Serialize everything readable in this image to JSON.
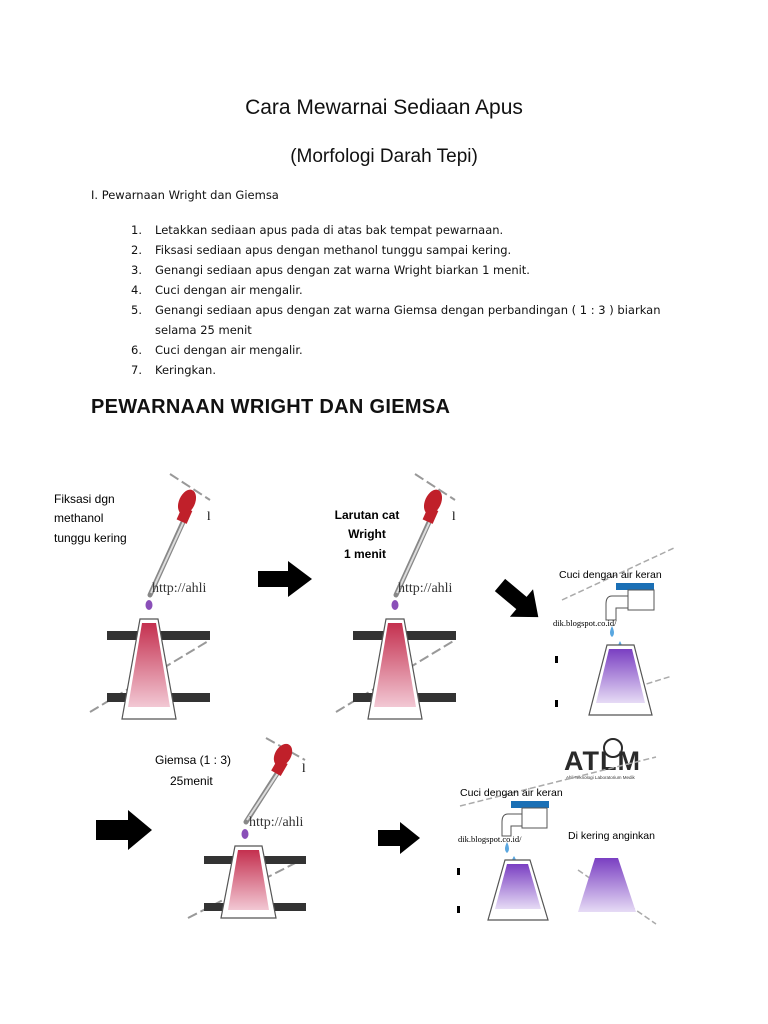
{
  "document": {
    "title": "Cara Mewarnai Sediaan Apus",
    "subtitle": "(Morfologi Darah Tepi)",
    "section": "I.  Pewarnaan Wright dan Giemsa",
    "steps": [
      {
        "num": "1.",
        "text": " Letakkan sediaan apus pada di atas bak tempat pewarnaan."
      },
      {
        "num": "2.",
        "text": "Fiksasi sediaan apus dengan methanol tunggu sampai kering."
      },
      {
        "num": "3.",
        "text": " Genangi sediaan apus dengan zat warna Wright biarkan 1 menit."
      },
      {
        "num": "4.",
        "text": "Cuci dengan air mengalir."
      },
      {
        "num": "5.",
        "text": "Genangi sediaan apus dengan zat warna Giemsa dengan perbandingan ( 1 : 3 ) biarkan selama 25 menit"
      },
      {
        "num": "6.",
        "text": "Cuci dengan air mengalir."
      },
      {
        "num": "7.",
        "text": "Keringkan."
      }
    ],
    "banner": "PEWARNAAN WRIGHT DAN GIEMSA"
  },
  "diagram": {
    "panel1": {
      "line1": "Fiksasi dgn",
      "line2": "methanol",
      "line3": "tunggu kering",
      "url": "http://ahli",
      "edge": "l"
    },
    "panel2": {
      "line1": "Larutan cat",
      "line2": "Wright",
      "line3": "1  menit",
      "url": "http://ahli",
      "edge": "l"
    },
    "panel3": {
      "caption": "Cuci dengan air keran",
      "url": "dik.blogspot.co.id/"
    },
    "panel4": {
      "line1": "Giemsa (1 : 3)",
      "line2": "25menit",
      "url": "http://ahli",
      "edge": "l"
    },
    "panel5": {
      "caption": "Cuci dengan air keran",
      "url": "dik.blogspot.co.id/",
      "dry": "Di kering anginkan",
      "logo": "ATLM",
      "logo_sub": "Ahli Teknologi Laboratorium Medik"
    },
    "colors": {
      "dropper": "#c0202a",
      "slide_pink": "#c4304f",
      "slide_purple": "#7a3fc2",
      "tap_blue": "#1a6fb5",
      "arrow": "#000000"
    }
  }
}
